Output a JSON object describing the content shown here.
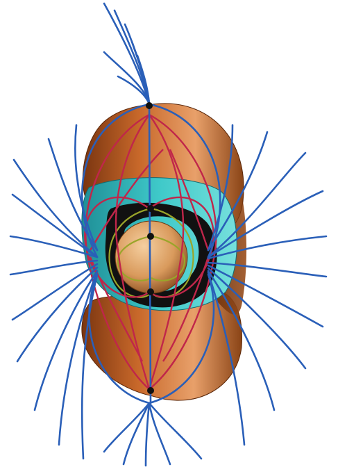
{
  "figure": {
    "description_label": "",
    "colors": {
      "background": "#ffffff",
      "outer_shell": "#c8682a",
      "outer_shell_dark": "#7a3510",
      "outer_shell_light": "#e8a06a",
      "middle_shell": "#3fc9c9",
      "middle_shell_dark": "#1f8f97",
      "inner_ring": "#111111",
      "inner_sphere": "#d99a5c",
      "field_outer": "#2a5fb8",
      "field_middle": "#c0264a",
      "field_inner": "#9aa52a",
      "nodes": "#111111"
    },
    "icons": [
      "outer-shell",
      "middle-shell",
      "inner-ring",
      "inner-sphere",
      "field-lines",
      "node-points"
    ]
  }
}
